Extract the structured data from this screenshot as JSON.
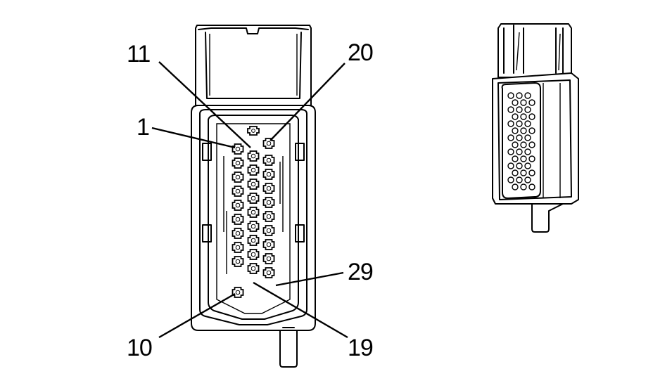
{
  "callouts": {
    "pin_1": "1",
    "pin_10": "10",
    "pin_11": "11",
    "pin_19": "19",
    "pin_20": "20",
    "pin_29": "29"
  }
}
